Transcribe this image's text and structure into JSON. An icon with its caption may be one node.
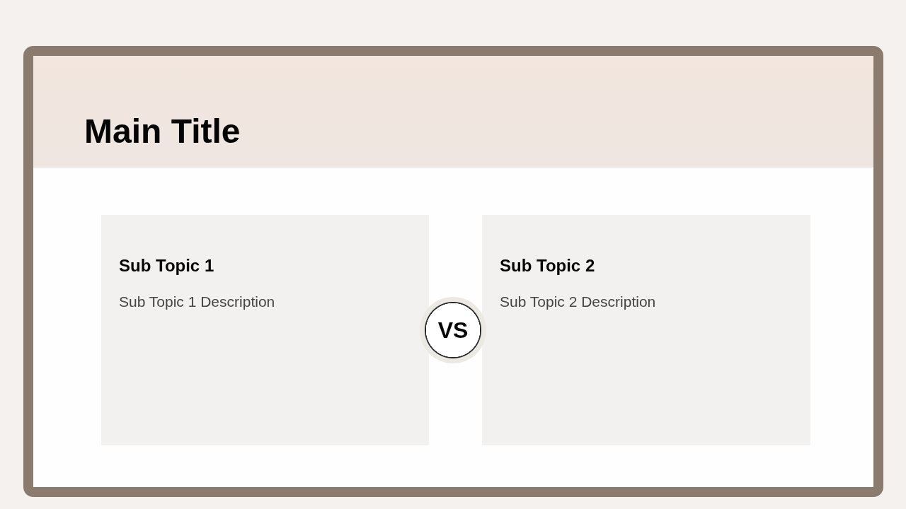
{
  "diagram": {
    "title": "Main Title",
    "nodes": [
      {
        "text": [
          "Sub Topic 1",
          "Sub Topic 1 Description"
        ]
      },
      {
        "text": [
          "Sub Topic 2",
          "Sub Topic 2 Description"
        ]
      },
      {
        "text": [
          "VS"
        ]
      }
    ]
  }
}
